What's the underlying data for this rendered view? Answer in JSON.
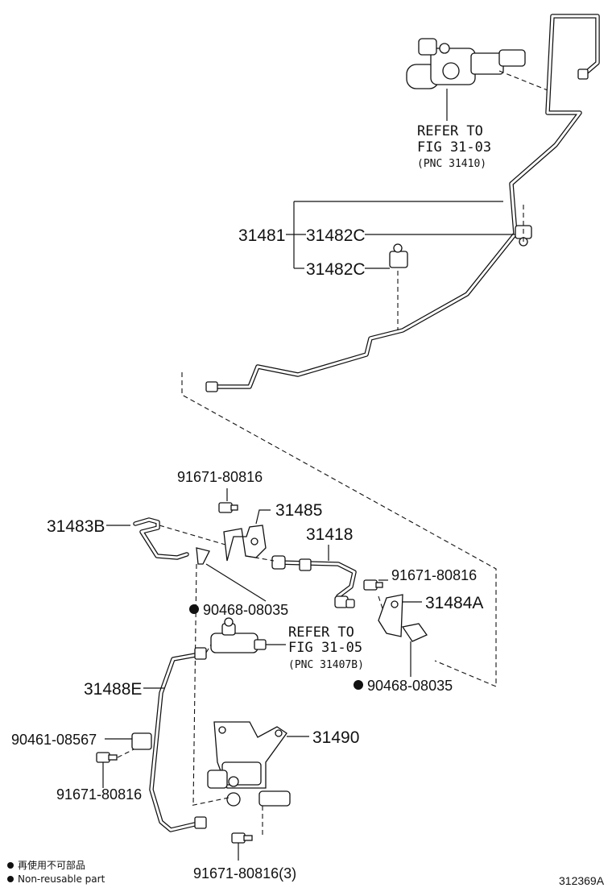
{
  "labels": {
    "refer1": [
      "REFER TO",
      "FIG 31-03",
      "(PNC 31410)"
    ],
    "p31481": "31481",
    "p31482c_a": "31482C",
    "p31482c_b": "31482C",
    "p91671_a": "91671-80816",
    "p31485": "31485",
    "p31483b": "31483B",
    "p31418": "31418",
    "p91671_b": "91671-80816",
    "p31484a": "31484A",
    "p90468_a": "90468-08035",
    "refer2": [
      "REFER TO",
      "FIG 31-05",
      "(PNC 31407B)"
    ],
    "p90468_b": "90468-08035",
    "p31488e": "31488E",
    "p31490": "31490",
    "p90461": "90461-08567",
    "p91671_c": "91671-80816",
    "p91671_d": "91671-80816(3)"
  },
  "legend": {
    "jp": "再使用不可部品",
    "en": "Non-reusable part"
  },
  "figure_code": "312369A"
}
